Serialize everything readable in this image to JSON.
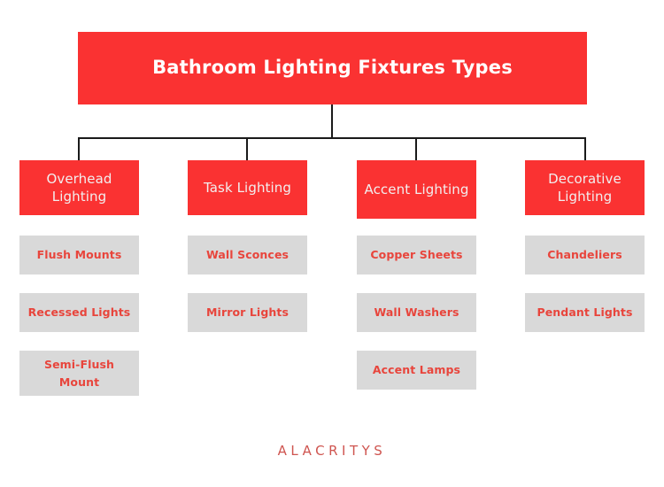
{
  "diagram": {
    "title": "Bathroom Lighting Fixtures Types",
    "type": "hierarchy-tree",
    "colors": {
      "primary_red": "#fa3232",
      "leaf_gray": "#d9d9d9",
      "leaf_text_red": "#e8453c",
      "title_text": "#ffffff",
      "category_text": "#f2eeee",
      "connector": "#1a1a1a",
      "brand_red": "#cf5550",
      "background": "#ffffff"
    },
    "categories": [
      {
        "label": "Overhead Lighting",
        "items": [
          {
            "label": "Flush Mounts"
          },
          {
            "label": "Recessed Lights"
          },
          {
            "label": "Semi-Flush Mount"
          }
        ]
      },
      {
        "label": "Task Lighting",
        "items": [
          {
            "label": "Wall Sconces"
          },
          {
            "label": "Mirror Lights"
          }
        ]
      },
      {
        "label": "Accent Lighting",
        "items": [
          {
            "label": "Copper Sheets"
          },
          {
            "label": "Wall Washers"
          },
          {
            "label": "Accent Lamps"
          }
        ]
      },
      {
        "label": "Decorative Lighting",
        "items": [
          {
            "label": "Chandeliers"
          },
          {
            "label": "Pendant Lights"
          }
        ]
      }
    ]
  },
  "footer": {
    "brand": "ALACRITYS"
  }
}
